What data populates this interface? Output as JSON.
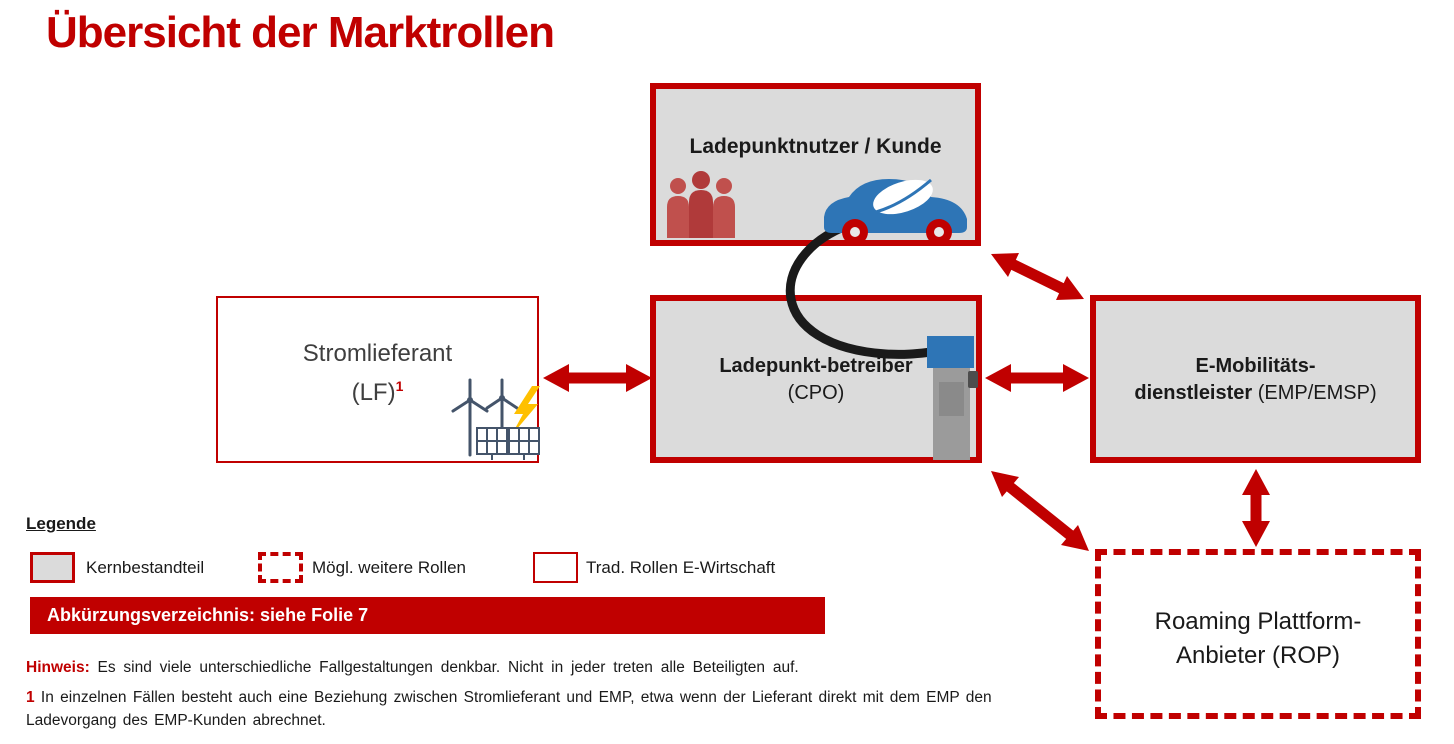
{
  "title": "Übersicht der Marktrollen",
  "boxes": {
    "customer": {
      "label": "Ladepunktnutzer / Kunde"
    },
    "supplier": {
      "line1": "Stromlieferant",
      "line2": "(LF)",
      "footnote_ref": "1"
    },
    "cpo": {
      "line1": "Ladepunkt-betreiber",
      "line2": "(CPO)"
    },
    "emp": {
      "line1": "E-Mobilitäts-",
      "line2_bold": "dienstleister",
      "line2_regular": " (EMP/EMSP)"
    },
    "rop": {
      "line1": "Roaming Plattform-",
      "line2": "Anbieter (ROP)"
    }
  },
  "legend": {
    "heading": "Legende",
    "items": [
      {
        "label": "Kernbestandteil",
        "style": "core"
      },
      {
        "label": "Mögl. weitere Rollen",
        "style": "dashed"
      },
      {
        "label": "Trad. Rollen E-Wirtschaft",
        "style": "traditional"
      }
    ]
  },
  "banner": {
    "text": "Abkürzungsverzeichnis: siehe Folie 7"
  },
  "notes": {
    "hinweis_label": "Hinweis:",
    "hinweis_text": " Es sind viele unterschiedliche Fallgestaltungen denkbar. Nicht in jeder treten alle Beteiligten auf.",
    "footnote_marker": "1",
    "footnote_text": " In einzelnen Fällen besteht auch eine Beziehung zwischen Stromlieferant und EMP, etwa wenn der Lieferant direkt mit dem EMP den Ladevorgang des EMP-Kunden abrechnet."
  },
  "icons": {
    "customer_box": [
      "people-group-icon",
      "electric-car-with-leaf-icon"
    ],
    "supplier_box": [
      "wind-turbine-icon",
      "lightning-bolt-icon",
      "solar-panel-icon"
    ],
    "cpo_box": [
      "charging-station-icon"
    ],
    "connections": [
      "double-headed-arrow",
      "charging-cable"
    ]
  },
  "colors": {
    "accent_red": "#C00000",
    "box_gray": "#DBDBDB",
    "car_blue": "#2E75B6",
    "people_red": "#C0504D",
    "turbine_slate": "#44546A",
    "lightning_yellow": "#FFC000",
    "cable_black": "#1A1A1A"
  }
}
